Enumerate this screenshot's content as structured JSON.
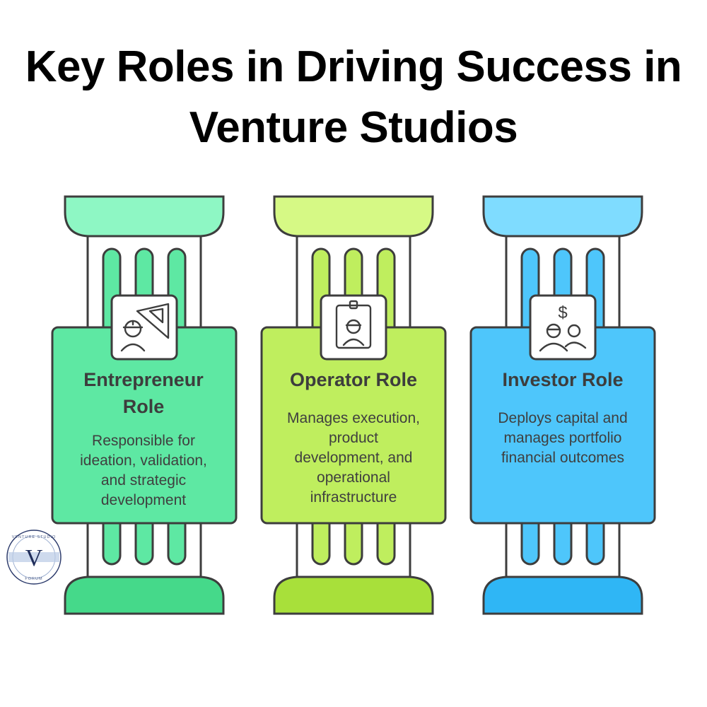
{
  "title": {
    "line1": "Key Roles in Driving Success in",
    "line2": "Venture Studios"
  },
  "colors": {
    "stroke": "#3d3d3d",
    "entrepreneur_light": "#8ef7c4",
    "entrepreneur_main": "#5ee8a3",
    "entrepreneur_dark": "#45d98a",
    "operator_light": "#d6f985",
    "operator_main": "#bfee5e",
    "operator_dark": "#a8e03a",
    "investor_light": "#7fdcff",
    "investor_main": "#4ec6fb",
    "investor_dark": "#2fb6f5"
  },
  "roles": [
    {
      "title_line1": "Entrepreneur",
      "title_line2": "Role",
      "desc_lines": [
        "Responsible for",
        "ideation, validation,",
        "and strategic",
        "development"
      ],
      "icon": "entrepreneur-ruler-icon"
    },
    {
      "title_line1": "Operator Role",
      "title_line2": "",
      "desc_lines": [
        "Manages execution,",
        "product",
        "development, and",
        "operational",
        "infrastructure"
      ],
      "icon": "operator-badge-icon"
    },
    {
      "title_line1": "Investor Role",
      "title_line2": "",
      "desc_lines": [
        "Deploys capital and",
        "manages portfolio",
        "financial outcomes"
      ],
      "icon": "investor-money-icon"
    }
  ],
  "logo": {
    "letter": "V",
    "ring_text_top": "VENTURE STUDIO",
    "ring_text_bottom": "FORUM"
  }
}
